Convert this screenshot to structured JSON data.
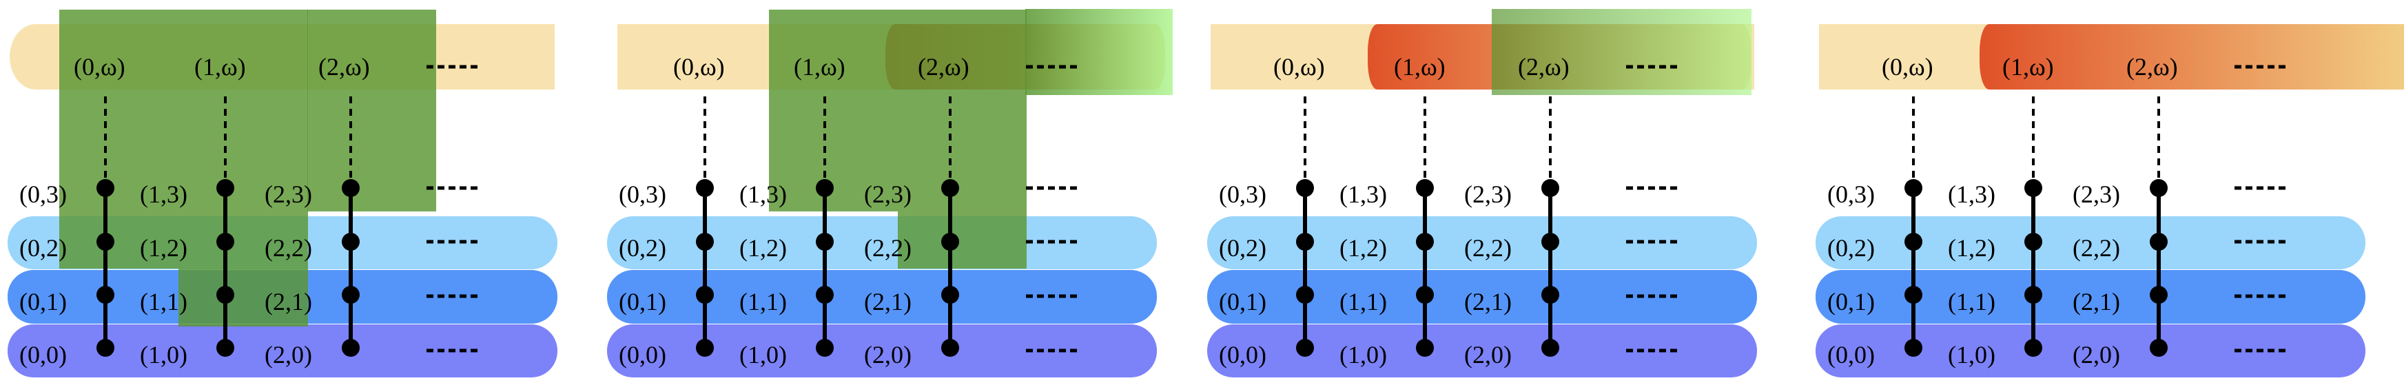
{
  "colors": {
    "top_band": "#f8e3b0",
    "row2_band": "#9ad5fb",
    "row1_band": "#5595f9",
    "row0_band": "#7c82f8",
    "highlight_green": "#5a9632",
    "gradient_green_end": "#b0f590",
    "orange_start": "#e05229",
    "orange_end": "#f2cf85",
    "node": "#000000"
  },
  "icons": {
    "continuation": "ellipsis-dashes"
  },
  "top_labels": [
    "(0,ω)",
    "(1,ω)",
    "(2,ω)"
  ],
  "node_labels": [
    [
      "(0,0)",
      "(0,1)",
      "(0,2)",
      "(0,3)"
    ],
    [
      "(1,0)",
      "(1,1)",
      "(1,2)",
      "(1,3)"
    ],
    [
      "(2,0)",
      "(2,1)",
      "(2,2)",
      "(2,3)"
    ]
  ],
  "panels": [
    {
      "id": "panel-1",
      "orange_from_column": null,
      "green_columns": [
        0,
        1,
        2
      ]
    },
    {
      "id": "panel-2",
      "orange_from_column": 2,
      "green_columns": [
        1,
        2
      ]
    },
    {
      "id": "panel-3",
      "orange_from_column": 1,
      "green_columns": []
    },
    {
      "id": "panel-4",
      "orange_from_column": 1,
      "green_columns": []
    }
  ]
}
